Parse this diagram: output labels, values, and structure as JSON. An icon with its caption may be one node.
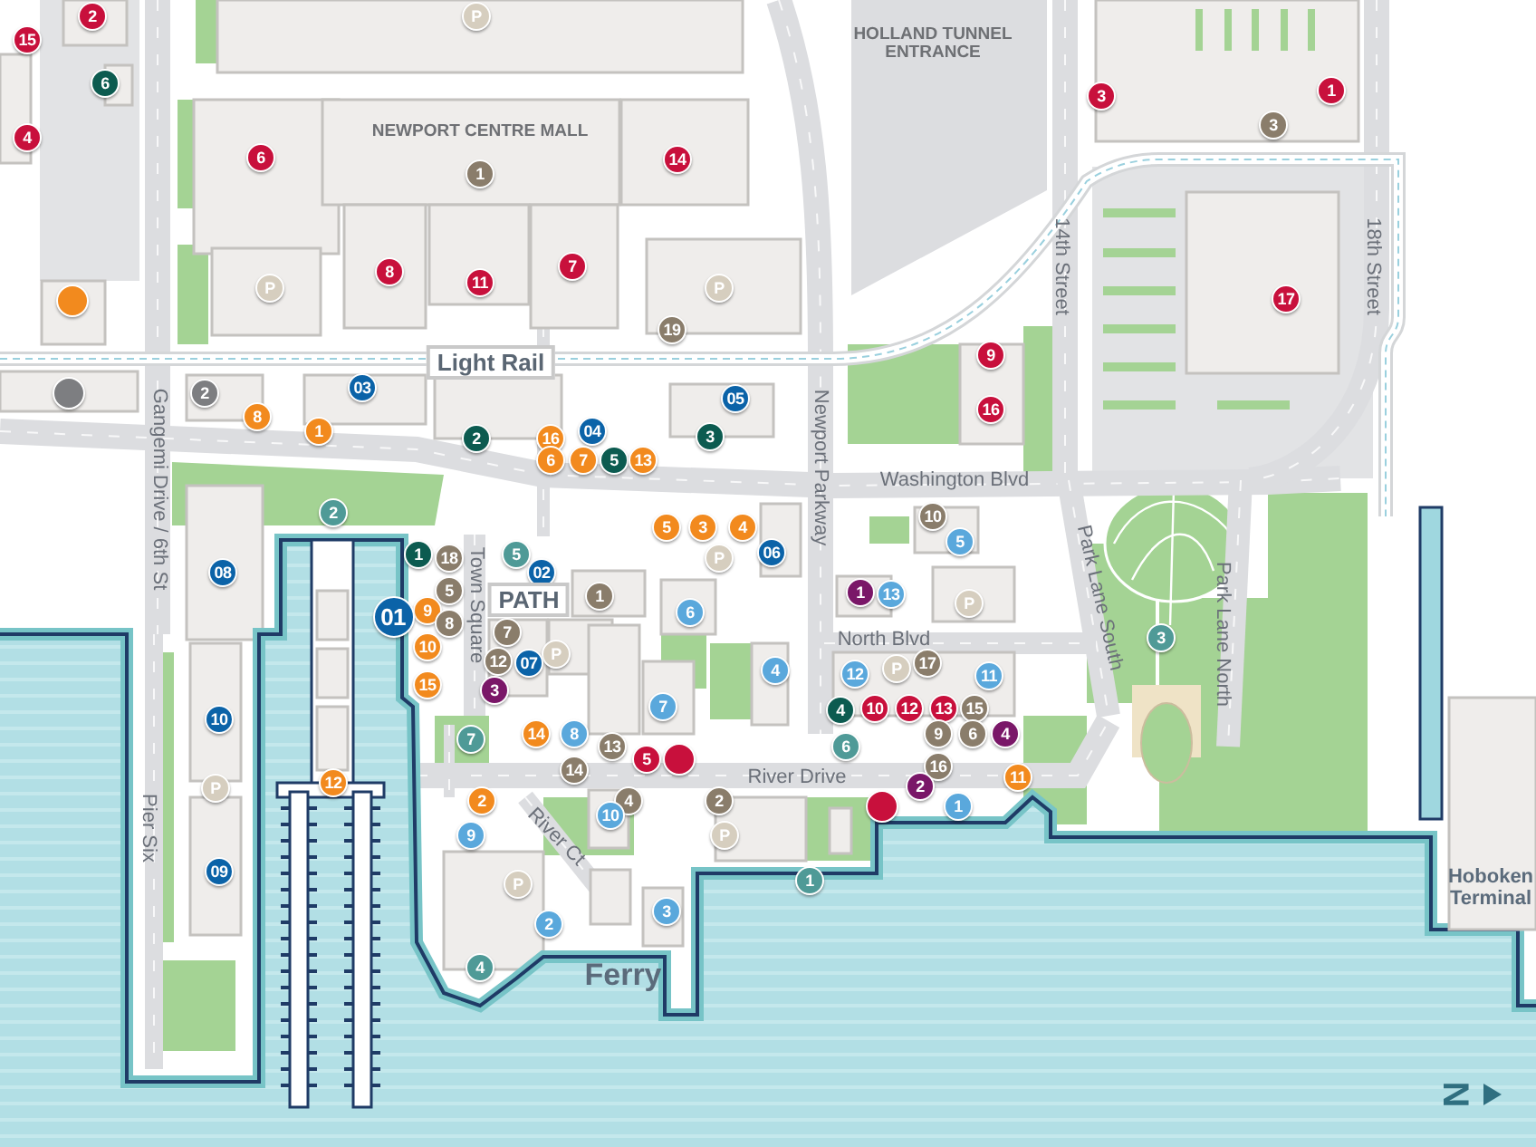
{
  "diagram": {
    "nodes": [
      {
        "text": [
          "2"
        ]
      },
      {
        "text": [
          "P"
        ]
      },
      {
        "text": [
          "15"
        ]
      },
      {
        "text": [
          "6"
        ]
      },
      {
        "text": [
          "3"
        ]
      },
      {
        "text": [
          "1"
        ]
      },
      {
        "text": [
          "3"
        ]
      },
      {
        "text": [
          "4"
        ]
      },
      {
        "text": [
          "6"
        ]
      },
      {
        "text": [
          "14"
        ]
      },
      {
        "text": [
          "1"
        ]
      },
      {
        "text": [
          "7"
        ]
      },
      {
        "text": [
          "8"
        ]
      },
      {
        "text": [
          "11"
        ]
      },
      {
        "text": [
          "P"
        ]
      },
      {
        "text": [
          "P"
        ]
      },
      {
        "text": [
          "17"
        ]
      },
      {
        "text": [],
        "shape": "circle"
      },
      {
        "text": [
          "19"
        ]
      },
      {
        "text": [
          "Light Rail"
        ]
      },
      {
        "text": [
          "9"
        ]
      },
      {
        "text": [
          "03"
        ]
      },
      {
        "text": [],
        "shape": "circle"
      },
      {
        "text": [
          "2"
        ]
      },
      {
        "text": [
          "05"
        ]
      },
      {
        "text": [
          "16"
        ]
      },
      {
        "text": [
          "8"
        ]
      },
      {
        "text": [
          "1"
        ]
      },
      {
        "text": [
          "04"
        ]
      },
      {
        "text": [
          "16"
        ]
      },
      {
        "text": [
          "2"
        ]
      },
      {
        "text": [
          "3"
        ]
      },
      {
        "text": [
          "6"
        ]
      },
      {
        "text": [
          "7"
        ]
      },
      {
        "text": [
          "5"
        ]
      },
      {
        "text": [
          "13"
        ]
      },
      {
        "text": [
          "2"
        ]
      },
      {
        "text": [
          "10"
        ]
      },
      {
        "text": [
          "5"
        ]
      },
      {
        "text": [
          "3"
        ]
      },
      {
        "text": [
          "4"
        ]
      },
      {
        "text": [
          "5"
        ]
      },
      {
        "text": [
          "06"
        ]
      },
      {
        "text": [
          "1"
        ]
      },
      {
        "text": [
          "5"
        ]
      },
      {
        "text": [
          "18"
        ]
      },
      {
        "text": [
          "P"
        ]
      },
      {
        "text": [
          "08"
        ]
      },
      {
        "text": [
          "02"
        ]
      },
      {
        "text": [
          "5"
        ]
      },
      {
        "text": [
          "1"
        ]
      },
      {
        "text": [
          "13"
        ]
      },
      {
        "text": [
          "1"
        ]
      },
      {
        "text": [
          "PATH"
        ]
      },
      {
        "text": [
          "P"
        ]
      },
      {
        "text": [
          "9"
        ]
      },
      {
        "text": [
          "01"
        ]
      },
      {
        "text": [
          "6"
        ]
      },
      {
        "text": [
          "8"
        ]
      },
      {
        "text": [
          "7"
        ]
      },
      {
        "text": [
          "3"
        ]
      },
      {
        "text": [
          "10"
        ]
      },
      {
        "text": [
          "P"
        ]
      },
      {
        "text": [
          "12"
        ]
      },
      {
        "text": [
          "07"
        ]
      },
      {
        "text": [
          "17"
        ]
      },
      {
        "text": [
          "P"
        ]
      },
      {
        "text": [
          "4"
        ]
      },
      {
        "text": [
          "12"
        ]
      },
      {
        "text": [
          "11"
        ]
      },
      {
        "text": [
          "15"
        ]
      },
      {
        "text": [
          "3"
        ]
      },
      {
        "text": [
          "7"
        ]
      },
      {
        "text": [
          "10"
        ]
      },
      {
        "text": [
          "12"
        ]
      },
      {
        "text": [
          "13"
        ]
      },
      {
        "text": [
          "4"
        ]
      },
      {
        "text": [
          "15"
        ]
      },
      {
        "text": [
          "10"
        ]
      },
      {
        "text": [
          "14"
        ]
      },
      {
        "text": [
          "8"
        ]
      },
      {
        "text": [
          "9"
        ]
      },
      {
        "text": [
          "6"
        ]
      },
      {
        "text": [
          "4"
        ]
      },
      {
        "text": [
          "7"
        ]
      },
      {
        "text": [
          "13"
        ]
      },
      {
        "text": [
          "6"
        ]
      },
      {
        "text": [
          "5"
        ]
      },
      {
        "text": [],
        "shape": "circle"
      },
      {
        "text": [
          "16"
        ]
      },
      {
        "text": [
          "14"
        ]
      },
      {
        "text": [
          "11"
        ]
      },
      {
        "text": [
          "12"
        ]
      },
      {
        "text": [
          "P"
        ]
      },
      {
        "text": [
          "2"
        ]
      },
      {
        "text": [
          "2"
        ]
      },
      {
        "text": [
          "4"
        ]
      },
      {
        "text": [
          "2"
        ]
      },
      {
        "text": [],
        "shape": "circle"
      },
      {
        "text": [
          "1"
        ]
      },
      {
        "text": [
          "10"
        ]
      },
      {
        "text": [
          "9"
        ]
      },
      {
        "text": [
          "P"
        ]
      },
      {
        "text": [
          "09"
        ]
      },
      {
        "text": [
          "1"
        ]
      },
      {
        "text": [
          "P"
        ]
      },
      {
        "text": [
          "3"
        ]
      },
      {
        "text": [
          "2"
        ]
      },
      {
        "text": [
          "4"
        ]
      }
    ],
    "labels": [
      "HOLLAND TUNNEL ENTRANCE",
      "NEWPORT CENTRE MALL",
      "14th Street",
      "18th Street",
      "Gangemi Drive / 6th St",
      "Newport Parkway",
      "Washington Blvd",
      "Town Square",
      "North Blvd",
      "Park Lane South",
      "Park Lane North",
      "River Drive",
      "Pier Six",
      "River Ct",
      "Ferry",
      "Hoboken Terminal",
      "N"
    ]
  }
}
